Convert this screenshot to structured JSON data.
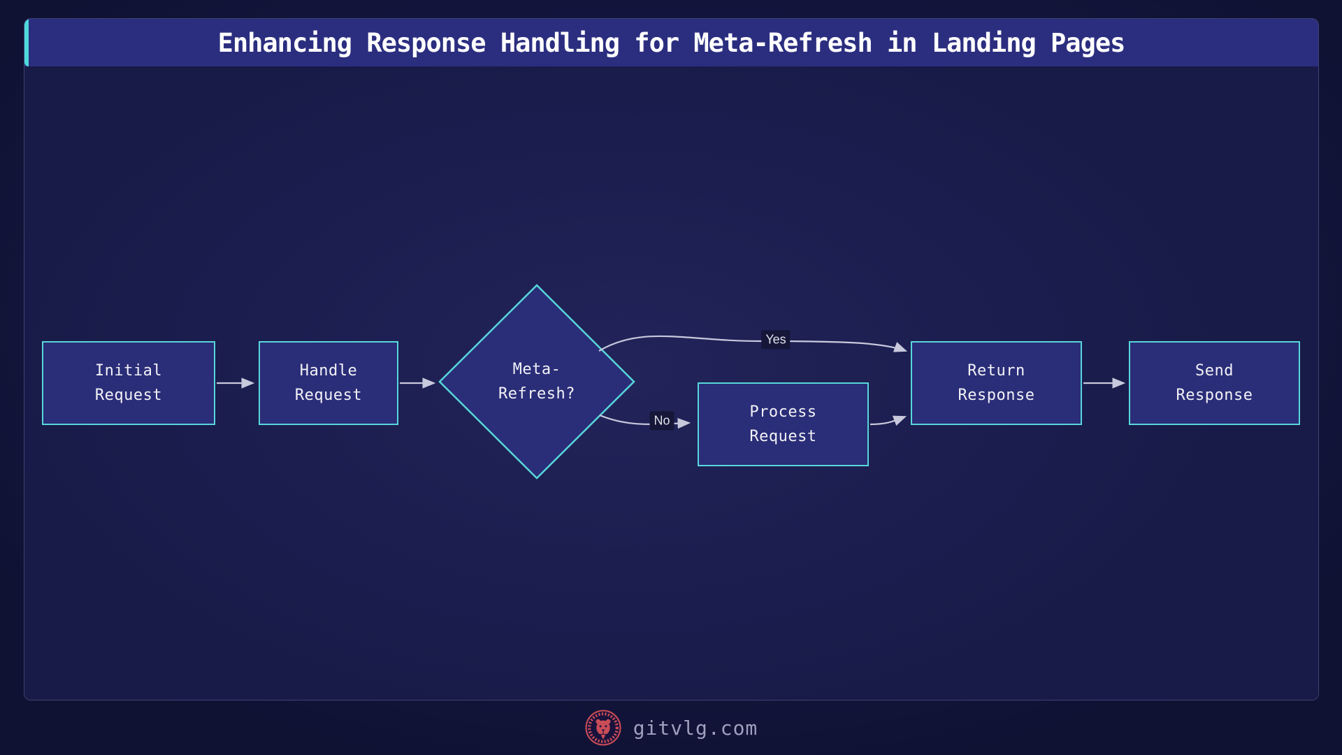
{
  "header": {
    "title": "Enhancing Response Handling for Meta-Refresh in Landing Pages"
  },
  "flowchart": {
    "type": "flowchart-lr",
    "nodes": [
      {
        "id": "initial-request",
        "shape": "rect",
        "lines": [
          "Initial",
          "Request"
        ]
      },
      {
        "id": "handle-request",
        "shape": "rect",
        "lines": [
          "Handle",
          "Request"
        ]
      },
      {
        "id": "meta-refresh",
        "shape": "diamond",
        "lines": [
          "Meta-",
          "Refresh?"
        ]
      },
      {
        "id": "process-request",
        "shape": "rect",
        "lines": [
          "Process",
          "Request"
        ]
      },
      {
        "id": "return-response",
        "shape": "rect",
        "lines": [
          "Return",
          "Response"
        ]
      },
      {
        "id": "send-response",
        "shape": "rect",
        "lines": [
          "Send",
          "Response"
        ]
      }
    ],
    "edges": [
      {
        "from": "initial-request",
        "to": "handle-request",
        "label": ""
      },
      {
        "from": "handle-request",
        "to": "meta-refresh",
        "label": ""
      },
      {
        "from": "meta-refresh",
        "to": "return-response",
        "label": "Yes"
      },
      {
        "from": "meta-refresh",
        "to": "process-request",
        "label": "No"
      },
      {
        "from": "process-request",
        "to": "return-response",
        "label": ""
      },
      {
        "from": "return-response",
        "to": "send-response",
        "label": ""
      }
    ]
  },
  "footer": {
    "site": "gitvlg.com",
    "logo": "lion-emblem"
  },
  "colors": {
    "page_background": "#101233",
    "panel_background": "#1C1E50",
    "titlebar_background": "#2B2E7F",
    "accent_teal": "#4ED9DC",
    "node_fill": "#2A2D77",
    "node_border": "#57D7DB",
    "arrow": "#C9C9DD",
    "node_text": "#F2F2F7",
    "edge_label_background": "#151638",
    "footer_text": "#9FA0BE",
    "logo_red": "#C94C57"
  }
}
